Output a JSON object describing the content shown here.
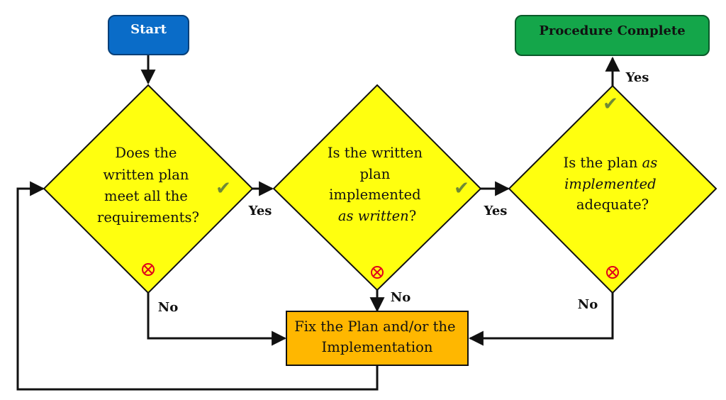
{
  "nodes": {
    "start": "Start",
    "complete": "Procedure Complete",
    "q1": [
      "Does the",
      "written plan",
      "meet all the",
      "requirements?"
    ],
    "q2": {
      "line1": "Is the written",
      "line2": "plan",
      "line3": "implemented",
      "line4_italic": "as written",
      "line4_tail": "?"
    },
    "q3": {
      "line1_a": "Is the plan ",
      "line1_b_italic": "as",
      "line2_italic": "implemented",
      "line3": "adequate?"
    },
    "fix": [
      "Fix the Plan and/or the",
      "Implementation"
    ]
  },
  "edge_labels": {
    "q1_yes": "Yes",
    "q2_yes": "Yes",
    "q3_yes": "Yes",
    "q1_no": "No",
    "q2_no": "No",
    "q3_no": "No"
  },
  "icons": {
    "pass": "check-mark-icon",
    "fail": "circled-x-icon"
  },
  "colors": {
    "start_fill": "#0a6cc8",
    "start_stroke": "#063f78",
    "complete_fill": "#14a64a",
    "complete_stroke": "#0b5a2a",
    "decision_fill": "#ffff0f",
    "fix_fill": "#ffb700",
    "check": "#6f8a36",
    "cross": "#e0001b"
  }
}
